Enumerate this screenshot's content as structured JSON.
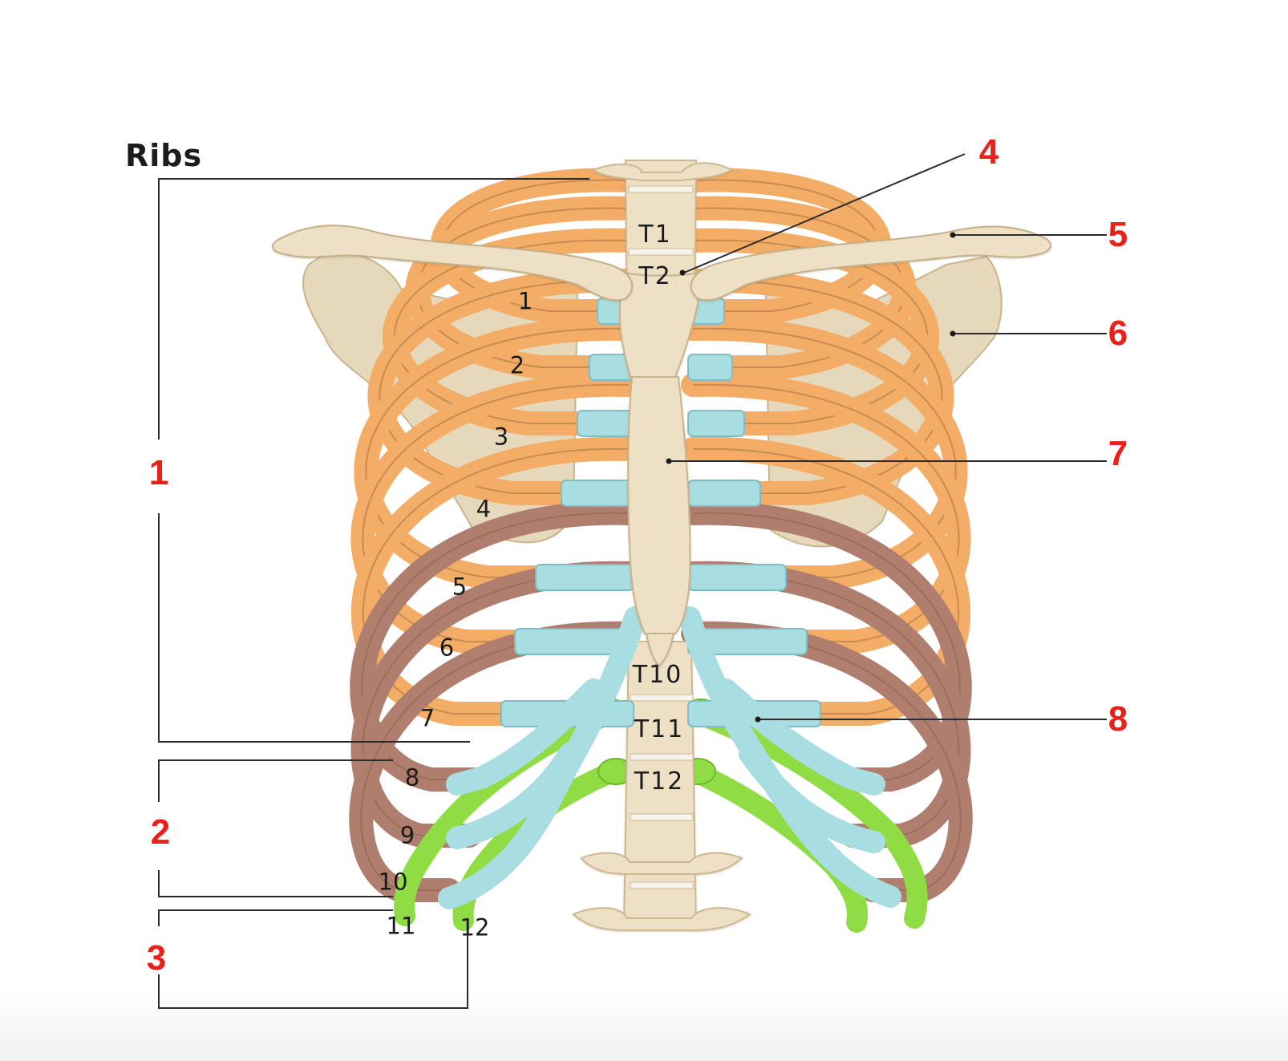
{
  "diagram": {
    "title": "Ribs",
    "callouts": [
      "1",
      "2",
      "3",
      "4",
      "5",
      "6",
      "7",
      "8"
    ],
    "rib_numbers": [
      "1",
      "2",
      "3",
      "4",
      "5",
      "6",
      "7",
      "8",
      "9",
      "10",
      "11",
      "12"
    ],
    "vertebra_labels": [
      "T1",
      "T2",
      "T10",
      "T11",
      "T12"
    ],
    "colors": {
      "true_ribs": "#f3ad67",
      "false_ribs": "#b07e6f",
      "floating_ribs": "#8fdc45",
      "costal_cartilage": "#a8dde2",
      "bone": "#ede0c5",
      "callout_text": "#e8211b"
    }
  }
}
